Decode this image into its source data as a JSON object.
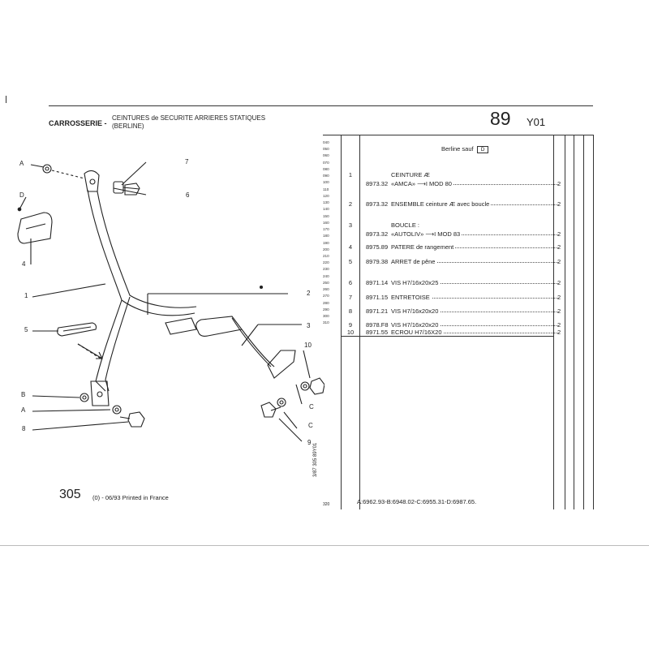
{
  "header": {
    "section": "CARROSSERIE -",
    "description_line1": "CEINTURES de SECURITE ARRIERES STATIQUES",
    "description_line2": "(BERLINE)",
    "page_number": "89",
    "page_code": "Y01"
  },
  "variant_note": "Berline sauf",
  "variant_box": "D",
  "line_codes": [
    "040",
    "050",
    "060",
    "070",
    "080",
    "090",
    "100",
    "110",
    "120",
    "130",
    "140",
    "150",
    "160",
    "170",
    "180",
    "190",
    "200",
    "210",
    "220",
    "230",
    "240",
    "250",
    "260",
    "270",
    "280",
    "290",
    "300",
    "310"
  ],
  "parts": [
    {
      "n": "1",
      "ref": "",
      "desc": "CEINTURE  Æ",
      "qty": "",
      "heading": true
    },
    {
      "n": "",
      "ref": "8973.32",
      "desc": "«AMCA» ⟶I MOD 80",
      "qty": "2",
      "heading": false
    },
    {
      "n": "2",
      "ref": "8973.32",
      "desc": "ENSEMBLE ceinture  Æ  avec boucle",
      "qty": "2",
      "heading": false
    },
    {
      "n": "3",
      "ref": "",
      "desc": "BOUCLE :",
      "qty": "",
      "heading": true
    },
    {
      "n": "",
      "ref": "8973.32",
      "desc": "«AUTOLIV» ⟶I MOD 83",
      "qty": "2",
      "heading": false
    },
    {
      "n": "4",
      "ref": "8975.89",
      "desc": "PATERE de rangement",
      "qty": "2",
      "heading": false
    },
    {
      "n": "5",
      "ref": "8979.38",
      "desc": "ARRET de pêne",
      "qty": "2",
      "heading": false
    },
    {
      "n": "6",
      "ref": "8971.14",
      "desc": "VIS H7/16x20x25",
      "qty": "2",
      "heading": false
    },
    {
      "n": "7",
      "ref": "8971.15",
      "desc": "ENTRETOISE",
      "qty": "2",
      "heading": false
    },
    {
      "n": "8",
      "ref": "8971.21",
      "desc": "VIS H7/16x20x20",
      "qty": "2",
      "heading": false
    },
    {
      "n": "9",
      "ref": "8978.F8",
      "desc": "VIS H7/16x20x20",
      "qty": "2",
      "heading": false
    },
    {
      "n": "10",
      "ref": "8971.55",
      "desc": "ECROU H7/16X20",
      "qty": "2",
      "heading": false
    }
  ],
  "diagram_labels": {
    "A_top": "A",
    "D": "D",
    "4": "4",
    "1": "1",
    "5": "5",
    "B": "B",
    "A_bottom": "A",
    "8": "8",
    "7": "7",
    "6": "6",
    "2": "2",
    "3": "3",
    "10": "10",
    "C_top": "C",
    "C_bottom": "C",
    "9": "9"
  },
  "vertical_code": "3/87  305  89Y01",
  "footer": {
    "model": "305",
    "suffix": "(0) - 06/93 Printed in France",
    "line_code": "320",
    "references": "A:6962.93-B:6948.02-C:6955.31-D:6987.65."
  }
}
